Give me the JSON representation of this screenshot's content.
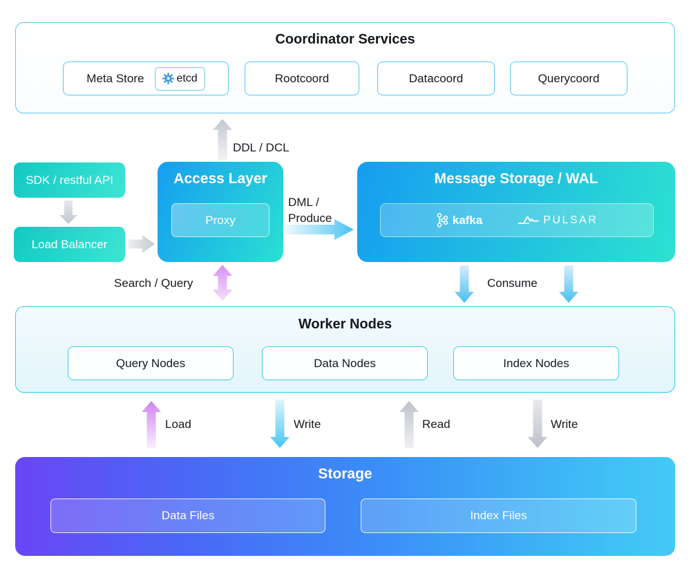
{
  "coordinator": {
    "title": "Coordinator Services",
    "meta_store_label": "Meta Store",
    "etcd_label": "etcd",
    "services": [
      "Rootcoord",
      "Datacoord",
      "Querycoord"
    ]
  },
  "client": {
    "sdk_label": "SDK / restful API",
    "load_balancer_label": "Load Balancer"
  },
  "access_layer": {
    "title": "Access Layer",
    "proxy_label": "Proxy"
  },
  "message_storage": {
    "title": "Message Storage / WAL",
    "kafka_label": "kafka",
    "pulsar_label": "PULSAR"
  },
  "worker_nodes": {
    "title": "Worker Nodes",
    "nodes": [
      "Query Nodes",
      "Data Nodes",
      "Index Nodes"
    ]
  },
  "storage": {
    "title": "Storage",
    "files": [
      "Data Files",
      "Index Files"
    ]
  },
  "labels": {
    "ddl": "DDL / DCL",
    "dml": "DML /\nProduce",
    "search": "Search / Query",
    "consume": "Consume",
    "load": "Load",
    "write_data": "Write",
    "read": "Read",
    "write_index": "Write"
  },
  "colors": {
    "teal_gradient_start": "#12c9c3",
    "teal_gradient_end": "#3ce5d4",
    "blue_gradient_start": "#169df0",
    "blue_gradient_end": "#2ce2d0",
    "storage_gradient_start": "#6a46f4",
    "storage_gradient_end": "#45c9f5",
    "border_light_blue": "#54c8f1",
    "border_cyan": "#30cfeb",
    "arrow_blue": "#4ac4f4",
    "arrow_purple": "#d183f2",
    "arrow_gray": "#c3c8d0"
  }
}
